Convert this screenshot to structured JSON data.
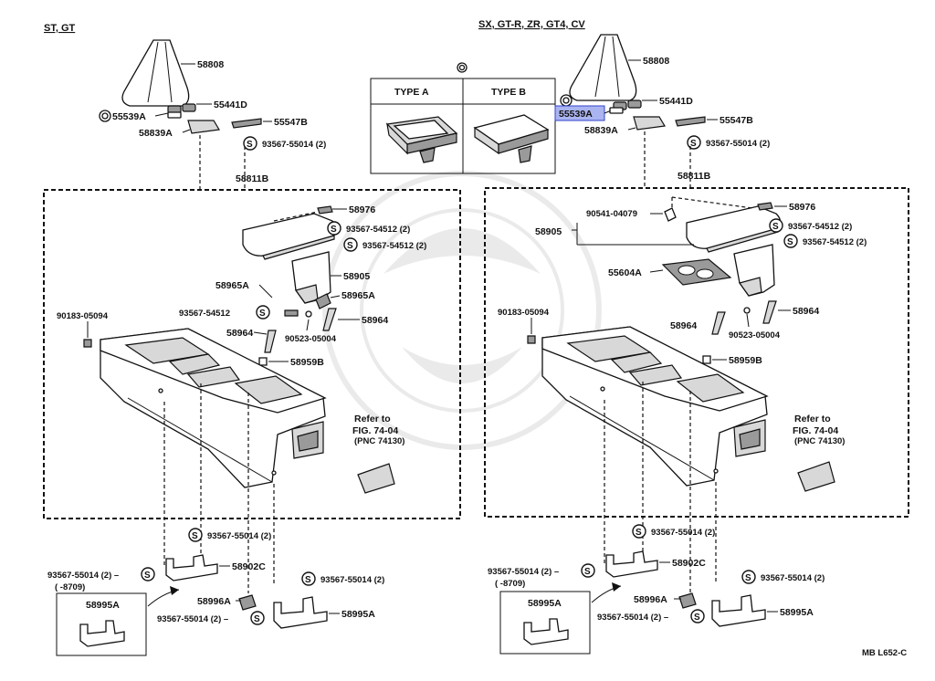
{
  "headings": {
    "left": "ST, GT",
    "right": "SX, GT-R, ZR, GT4, CV"
  },
  "legend": {
    "type_a": "TYPE A",
    "type_b": "TYPE B"
  },
  "screw_symbol": "S",
  "left": {
    "p58808": "58808",
    "p55441D": "55441D",
    "p55539A": "55539A",
    "p55547B": "55547B",
    "p58839A": "58839A",
    "p93567_55014": "93567-55014 (2)",
    "p58811B": "58811B",
    "p58976": "58976",
    "p93567_54512_a": "93567-54512 (2)",
    "p93567_54512_b": "93567-54512 (2)",
    "p58905": "58905",
    "p58965A_l": "58965A",
    "p58965A_r": "58965A",
    "p93567_54512_c": "93567-54512",
    "p58964_r": "58964",
    "p58964_l": "58964",
    "p90523": "90523-05004",
    "p90183": "90183-05094",
    "p58959B": "58959B",
    "refer1": "Refer to",
    "refer2": "FIG. 74-04",
    "refer3": "(PNC 74130)",
    "p93567_55014_b": "93567-55014 (2)",
    "p93567_55014_c": "93567-55014 (2) –",
    "p8709": "(        -8709)",
    "p58902C": "58902C",
    "p93567_55014_d": "93567-55014 (2)",
    "p58996A": "58996A",
    "p93567_55014_e": "93567-55014 (2) –",
    "p58995A_a": "58995A",
    "p58995A_box": "58995A"
  },
  "right": {
    "p58808": "58808",
    "p55441D": "55441D",
    "p55539A": "55539A",
    "p55547B": "55547B",
    "p58839A": "58839A",
    "p93567_55014": "93567-55014 (2)",
    "p58811B": "58811B",
    "p58976": "58976",
    "p90541": "90541-04079",
    "p58905": "58905",
    "p93567_54512_a": "93567-54512 (2)",
    "p93567_54512_b": "93567-54512 (2)",
    "p55604A": "55604A",
    "p58964_r": "58964",
    "p58964_l": "58964",
    "p90523": "90523-05004",
    "p90183": "90183-05094",
    "p58959B": "58959B",
    "refer1": "Refer to",
    "refer2": "FIG. 74-04",
    "refer3": "(PNC 74130)",
    "p93567_55014_b": "93567-55014 (2)",
    "p93567_55014_c": "93567-55014 (2) –",
    "p8709": "(        -8709)",
    "p58902C": "58902C",
    "p93567_55014_d": "93567-55014 (2)",
    "p58996A": "58996A",
    "p93567_55014_e": "93567-55014 (2) –",
    "p58995A_a": "58995A",
    "p58995A_box": "58995A"
  },
  "footer_code": "MB L652-C",
  "highlight_color": "#aab4f0"
}
